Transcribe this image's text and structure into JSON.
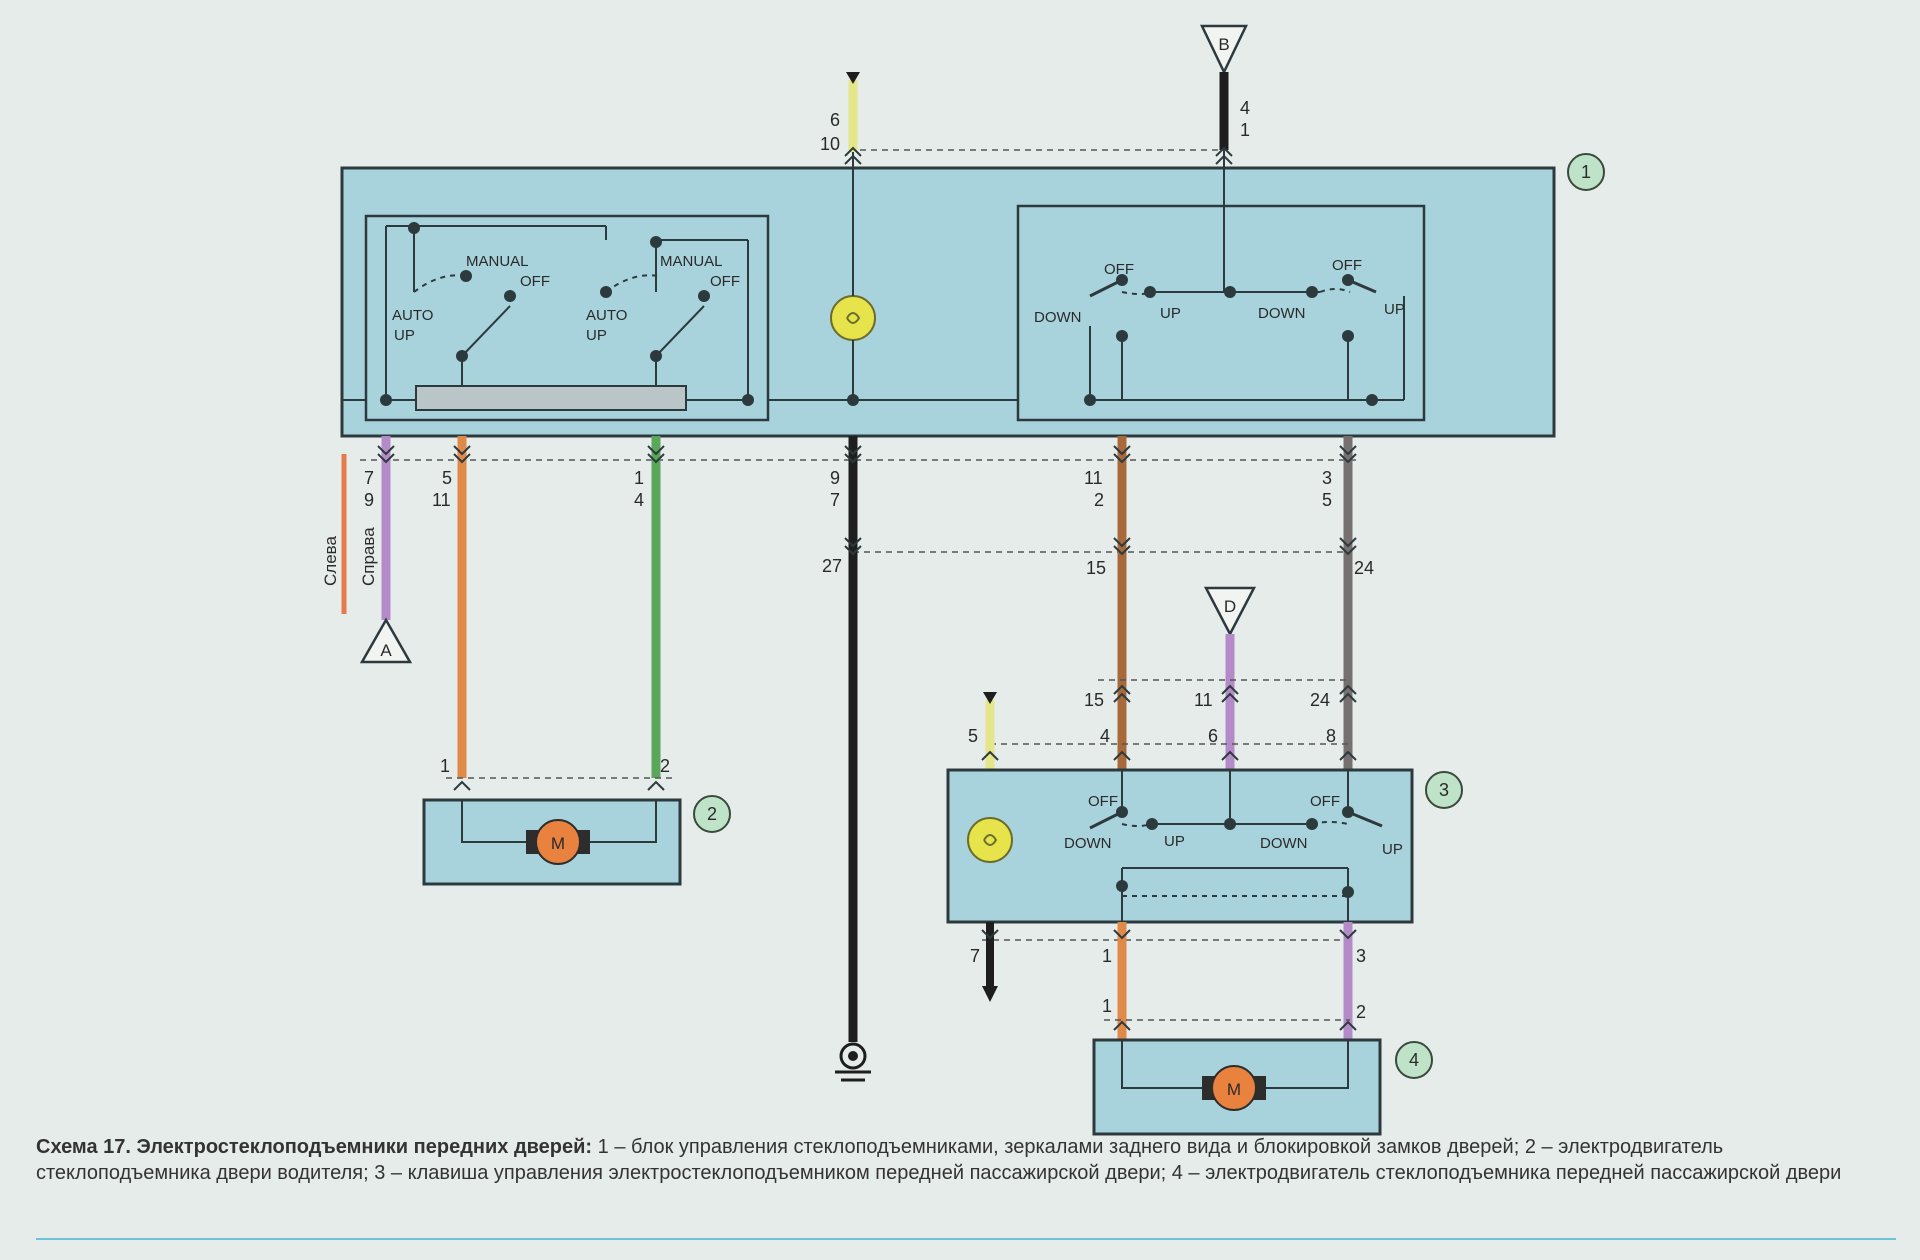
{
  "diagram": {
    "components": {
      "c1": "1",
      "c2": "2",
      "c3": "3",
      "c4": "4"
    },
    "connectors": {
      "a": "A",
      "b": "B",
      "d": "D"
    },
    "motor_label": "M",
    "switch_labels": {
      "manual": "MANUAL",
      "off": "OFF",
      "auto": "AUTO",
      "up": "UP",
      "down": "DOWN"
    },
    "side_labels": {
      "left": "Слева",
      "right": "Справа"
    },
    "pins": {
      "ws_top_6": "6",
      "ws_top_10": "10",
      "b_4": "4",
      "b_1": "1",
      "a_7": "7",
      "a_9": "9",
      "or_5": "5",
      "or_11": "11",
      "gr_1": "1",
      "gr_4": "4",
      "bk_9": "9",
      "bk_7": "7",
      "bk_27": "27",
      "br_11": "11",
      "br_2": "2",
      "br_15": "15",
      "br_15b": "15",
      "br_4": "4",
      "gy_3": "3",
      "gy_5": "5",
      "gy_24": "24",
      "gy_24b": "24",
      "gy_8": "8",
      "d_11": "11",
      "d_6": "6",
      "y_5": "5",
      "m2_1": "1",
      "m2_2": "2",
      "s3_7": "7",
      "s3_1": "1",
      "s3_3": "3",
      "m4_1": "1",
      "m4_2": "2"
    },
    "colors": {
      "panel": "#a9d3dc",
      "yellow": "#e5e58a",
      "orange": "#e08a4a",
      "green": "#5aa65a",
      "black": "#1e1e1e",
      "brown": "#a86a3a",
      "gray": "#777070",
      "violet": "#b58ac8",
      "lamp": "#e6e44a",
      "motor": "#e8823e",
      "badge": "#bfe3c8"
    }
  },
  "caption": {
    "bold": "Схема 17. Электростеклоподъемники передних дверей:",
    "text": " 1 – блок управления стеклоподъемниками, зеркалами заднего вида и блокировкой замков дверей; 2 – электродвигатель стеклоподъемника двери водителя; 3 – клавиша управления электростеклоподъемником передней пассажирской двери; 4 – электродвигатель стеклоподъемника передней пассажирской двери"
  }
}
